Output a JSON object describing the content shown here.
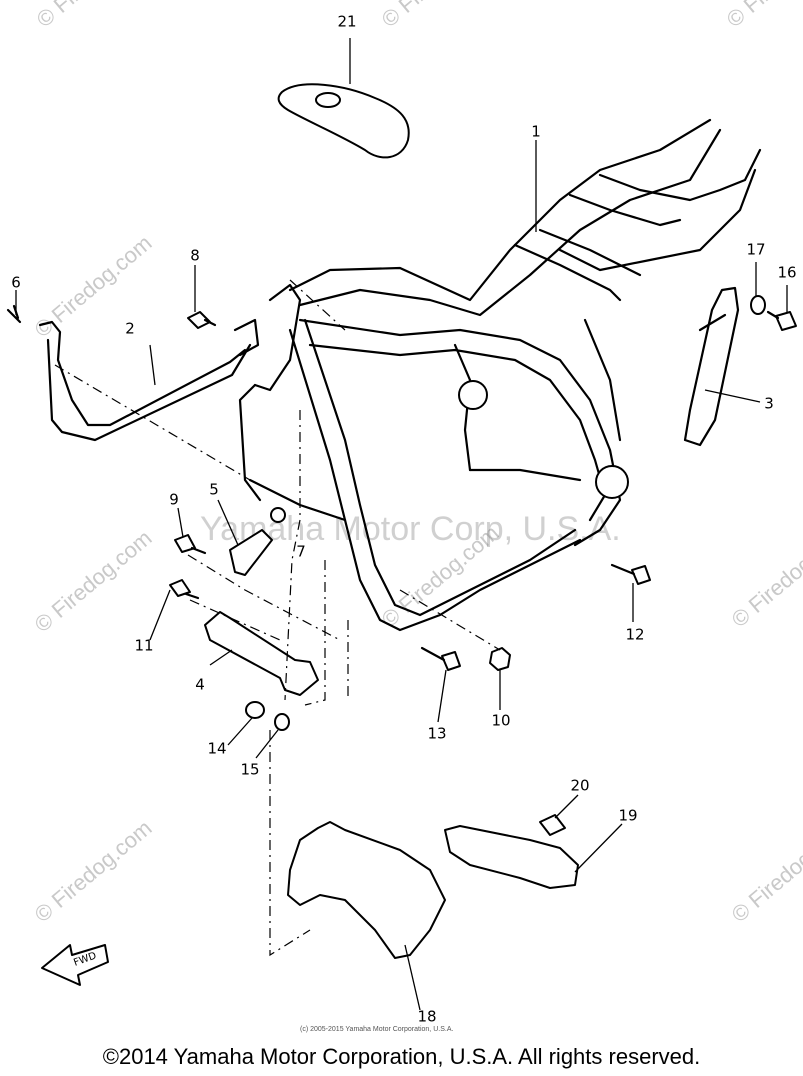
{
  "callouts": [
    {
      "id": "c1",
      "text": "1"
    },
    {
      "id": "c2",
      "text": "2"
    },
    {
      "id": "c3",
      "text": "3"
    },
    {
      "id": "c4",
      "text": "4"
    },
    {
      "id": "c5",
      "text": "5"
    },
    {
      "id": "c6",
      "text": "6"
    },
    {
      "id": "c7",
      "text": "7"
    },
    {
      "id": "c8",
      "text": "8"
    },
    {
      "id": "c9",
      "text": "9"
    },
    {
      "id": "c10",
      "text": "10"
    },
    {
      "id": "c11",
      "text": "11"
    },
    {
      "id": "c12",
      "text": "12"
    },
    {
      "id": "c13",
      "text": "13"
    },
    {
      "id": "c14",
      "text": "14"
    },
    {
      "id": "c15",
      "text": "15"
    },
    {
      "id": "c16",
      "text": "16"
    },
    {
      "id": "c17",
      "text": "17"
    },
    {
      "id": "c18",
      "text": "18"
    },
    {
      "id": "c19",
      "text": "19"
    },
    {
      "id": "c20",
      "text": "20"
    },
    {
      "id": "c21",
      "text": "21"
    }
  ],
  "fwd_label": "FWD",
  "watermark_site": "© Firedog.com",
  "watermark_center": "Yamaha Motor Corp, U.S.A.",
  "small_copyright": "(c) 2005-2015 Yamaha Motor Corporation, U.S.A.",
  "footer_copyright": "©2014 Yamaha Motor Corporation, U.S.A. All rights reserved."
}
